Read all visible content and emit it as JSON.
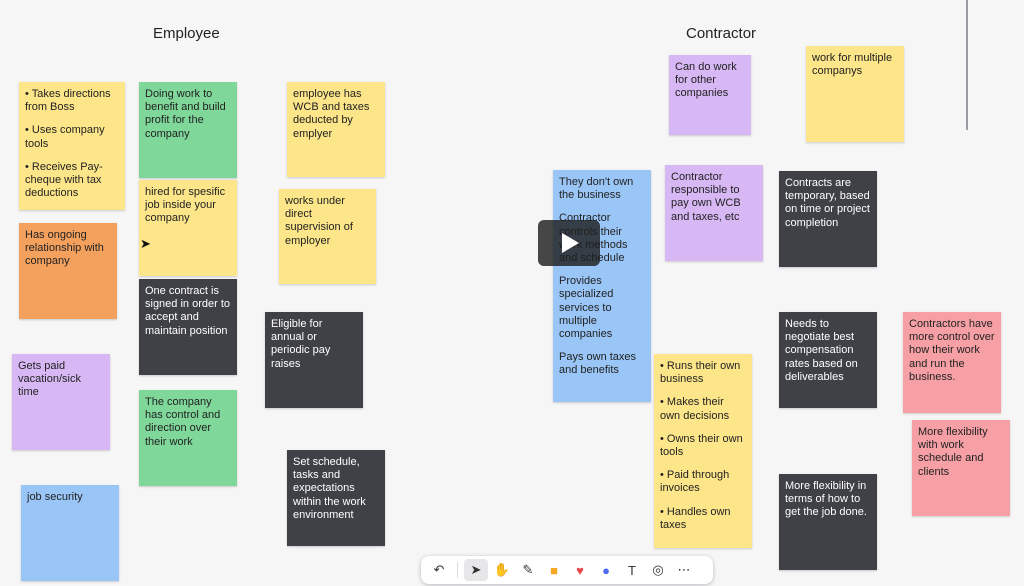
{
  "headings": {
    "employee": "Employee",
    "contractor": "Contractor"
  },
  "notes": {
    "e1": [
      "• Takes directions from Boss",
      "• Uses company tools",
      "• Receives Pay-cheque with tax deductions"
    ],
    "e2": [
      "Doing work to benefit and build profit for the company"
    ],
    "e3": [
      "employee has WCB and taxes deducted by emplyer"
    ],
    "e4": [
      "hired for spesific job inside your company"
    ],
    "e5": [
      "works under direct supervision of employer"
    ],
    "e6": [
      "Has ongoing relationship with company"
    ],
    "e7": [
      "One contract is signed in order to accept and maintain position"
    ],
    "e8": [
      "Eligible for annual or periodic pay raises"
    ],
    "e9": [
      "Gets paid vacation/sick time"
    ],
    "e10": [
      "The company has control and direction over their work"
    ],
    "e11": [
      "Set schedule, tasks and expectations within the work environment"
    ],
    "e12": [
      "job security"
    ],
    "c1": [
      "Can do work for other companies"
    ],
    "c2": [
      "work for multiple companys"
    ],
    "c3": [
      "They don't own the business",
      "Contractor controls their work methods and schedule",
      "Provides specialized services to multiple companies",
      "Pays own taxes and benefits"
    ],
    "c4": [
      "Contractor responsible to pay own WCB and taxes, etc"
    ],
    "c5": [
      "Contracts are temporary, based on time or project completion"
    ],
    "c6": [
      "Needs to negotiate best compensation rates based on deliverables"
    ],
    "c7": [
      "Contractors have more control over how their work and run the business."
    ],
    "c8": [
      "• Runs their own business",
      "• Makes their own decisions",
      "• Owns their own tools",
      "• Paid through invoices",
      "• Handles own taxes"
    ],
    "c9": [
      "More flexibility with work schedule and clients"
    ],
    "c10": [
      "More flexibility in terms of how to get the job done."
    ]
  },
  "toolbar": [
    {
      "name": "undo-icon",
      "glyph": "↶"
    },
    {
      "name": "select-pointer-icon",
      "glyph": "➤"
    },
    {
      "name": "hand-pan-icon",
      "glyph": "✋"
    },
    {
      "name": "pen-icon",
      "glyph": "✎"
    },
    {
      "name": "sticky-note-icon",
      "glyph": "■"
    },
    {
      "name": "heart-reaction-icon",
      "glyph": "♥"
    },
    {
      "name": "comment-icon",
      "glyph": "●"
    },
    {
      "name": "text-tool-icon",
      "glyph": "T"
    },
    {
      "name": "shapes-icon",
      "glyph": "◎"
    },
    {
      "name": "more-icon",
      "glyph": "⋯"
    }
  ],
  "colors": {
    "yellow": "#fde68a",
    "green": "#7fd89a",
    "orange": "#f4a15e",
    "purple": "#d7b8f4",
    "blue": "#9ac6f7",
    "dark": "#3f4147",
    "pink": "#f6a0a6",
    "sticky_icon": "#f5a623",
    "heart_icon": "#e5484d",
    "comment_icon": "#4f6bf5"
  }
}
